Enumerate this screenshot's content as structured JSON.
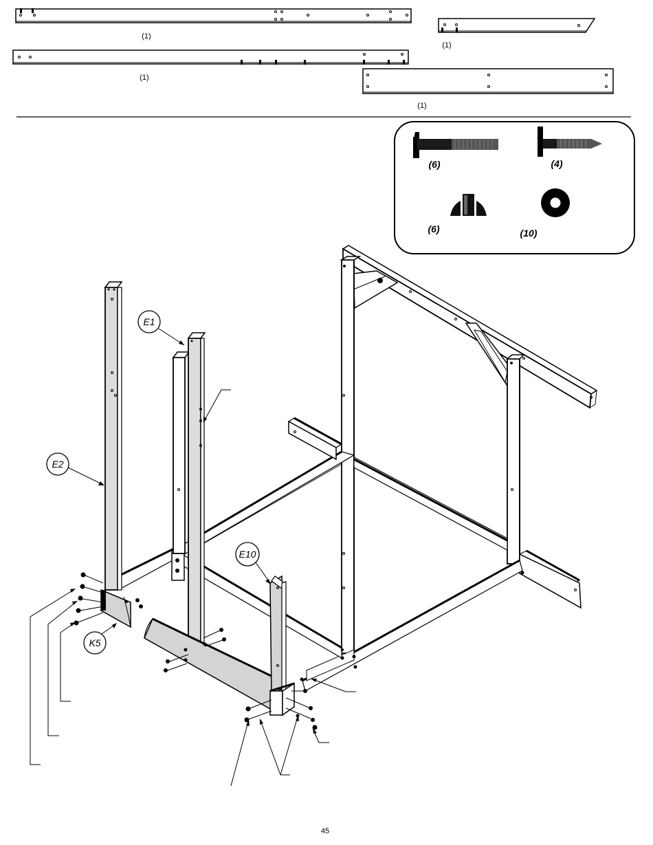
{
  "top_parts": {
    "board_a_qty": "(1)",
    "board_b_qty": "(1)",
    "board_c_qty": "(1)",
    "board_d_qty": "(1)"
  },
  "hardware": {
    "bolt_long_qty": "(6)",
    "lag_screw_qty": "(4)",
    "t_nut_qty": "(6)",
    "washer_qty": "(10)"
  },
  "callouts": {
    "e1": "E1",
    "e2": "E2",
    "e10": "E10",
    "k5": "K5"
  },
  "page_number": "45",
  "colors": {
    "ink": "#000000",
    "paper": "#ffffff",
    "board_fill": "#d4d4d4"
  }
}
